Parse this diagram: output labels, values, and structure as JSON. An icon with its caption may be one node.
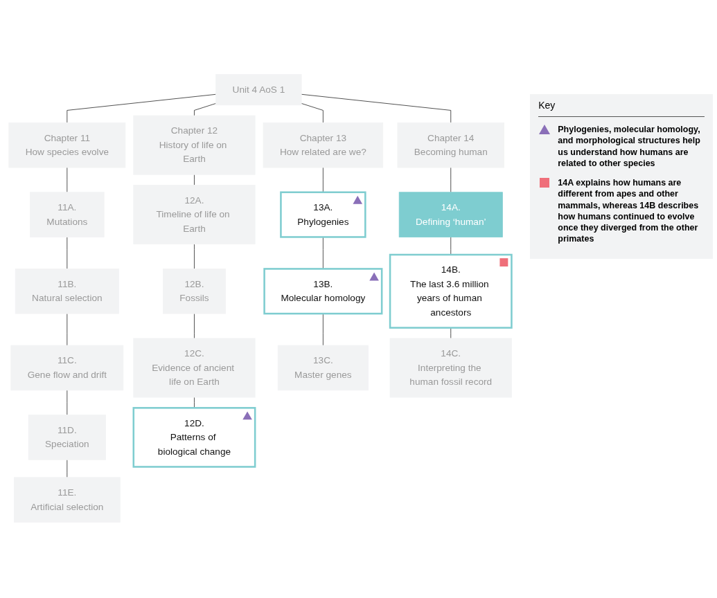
{
  "diagram": {
    "nodes": [
      {
        "text": [
          "Unit 4 AoS 1"
        ]
      },
      {
        "text": [
          "Chapter 11",
          "How species evolve"
        ]
      },
      {
        "text": [
          "Chapter 12",
          "History of life on Earth"
        ]
      },
      {
        "text": [
          "Chapter 13",
          "How related are we?"
        ]
      },
      {
        "text": [
          "Chapter 14",
          "Becoming human"
        ]
      },
      {
        "text": [
          "11A.",
          "Mutations"
        ]
      },
      {
        "text": [
          "12A.",
          "Timeline of life on Earth"
        ]
      },
      {
        "text": [
          "13A.",
          "Phylogenies"
        ]
      },
      {
        "text": [
          "14A.",
          "Defining ‘human’"
        ]
      },
      {
        "text": [
          "11B.",
          "Natural selection"
        ]
      },
      {
        "text": [
          "12B.",
          "Fossils"
        ]
      },
      {
        "text": [
          "13B.",
          "Molecular homology"
        ]
      },
      {
        "text": [
          "14B.",
          "The last 3.6 million years of human ancestors"
        ]
      },
      {
        "text": [
          "11C.",
          "Gene flow and drift"
        ]
      },
      {
        "text": [
          "12C.",
          "Evidence of ancient life on Earth"
        ]
      },
      {
        "text": [
          "13C.",
          "Master genes"
        ]
      },
      {
        "text": [
          "14C.",
          "Interpreting the human fossil record"
        ]
      },
      {
        "text": [
          "11D.",
          "Speciation"
        ]
      },
      {
        "text": [
          "12D.",
          "Patterns of biological change"
        ]
      },
      {
        "text": [
          "11E.",
          "Artificial selection"
        ]
      }
    ],
    "edges": [
      {
        "from": 0,
        "to": 1,
        "arrow": "none"
      },
      {
        "from": 0,
        "to": 2,
        "arrow": "none"
      },
      {
        "from": 0,
        "to": 3,
        "arrow": "none"
      },
      {
        "from": 0,
        "to": 4,
        "arrow": "none"
      },
      {
        "from": 1,
        "to": 5,
        "arrow": "none"
      },
      {
        "from": 2,
        "to": 6,
        "arrow": "none"
      },
      {
        "from": 3,
        "to": 7,
        "arrow": "none"
      },
      {
        "from": 4,
        "to": 8,
        "arrow": "none"
      },
      {
        "from": 5,
        "to": 9,
        "arrow": "none"
      },
      {
        "from": 6,
        "to": 10,
        "arrow": "none"
      },
      {
        "from": 7,
        "to": 11,
        "arrow": "none"
      },
      {
        "from": 8,
        "to": 12,
        "arrow": "none"
      },
      {
        "from": 9,
        "to": 13,
        "arrow": "none"
      },
      {
        "from": 10,
        "to": 14,
        "arrow": "none"
      },
      {
        "from": 11,
        "to": 15,
        "arrow": "none"
      },
      {
        "from": 12,
        "to": 16,
        "arrow": "none"
      },
      {
        "from": 13,
        "to": 17,
        "arrow": "none"
      },
      {
        "from": 14,
        "to": 18,
        "arrow": "none"
      },
      {
        "from": 17,
        "to": 19,
        "arrow": "none"
      }
    ],
    "labels": [
      "Key"
    ],
    "legend": [
      {
        "text": "Phylogenies, molecular homology, and morphological structures help us understand how humans are related to other species"
      },
      {
        "text": "14A explains how humans are different from apes and other mammals, whereas 14B describes how humans continued to evolve once they diverged from the other primates"
      }
    ]
  }
}
